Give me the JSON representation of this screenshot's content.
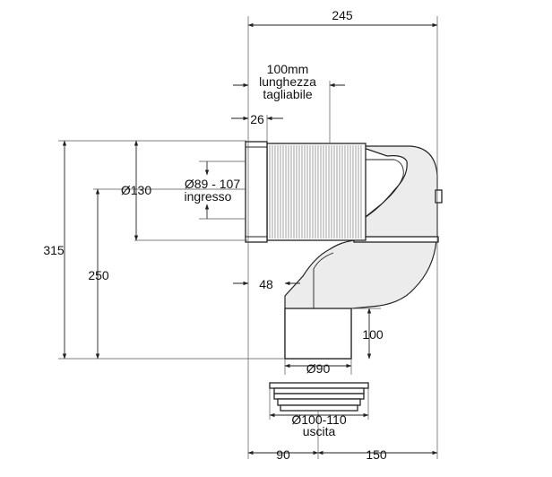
{
  "dimensions": {
    "overall_width": "245",
    "cut_length_value": "100mm",
    "cut_length_line1": "lunghezza",
    "cut_length_line2": "tagliabile",
    "collar_width": "26",
    "inlet_outer_diameter": "Ø130",
    "inlet_range": "Ø89 - 107",
    "inlet_label": "ingresso",
    "total_height": "315",
    "outlet_axis_height": "250",
    "outlet_offset": "48",
    "outlet_length": "100",
    "outlet_diameter": "Ø90",
    "seal_range": "Ø100-110",
    "seal_label": "uscita",
    "left_offset": "90",
    "right_offset": "150"
  }
}
